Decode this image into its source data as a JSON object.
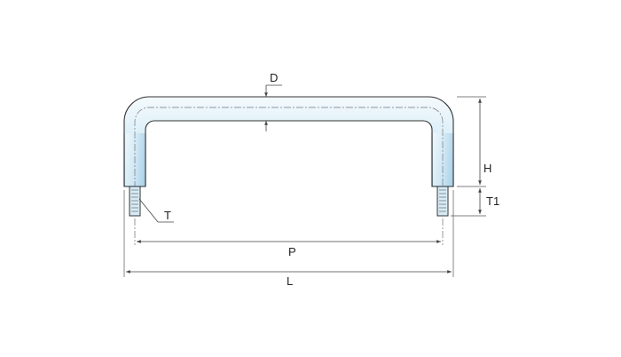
{
  "labels": {
    "D": "D",
    "H": "H",
    "T1": "T1",
    "T": "T",
    "P": "P",
    "L": "L"
  },
  "colors": {
    "handle_fill_light": "#f4fafd",
    "handle_fill_mid": "#cfe6f3",
    "handle_fill_dark": "#9ecbe4",
    "outline": "#333333",
    "dimension_line": "#555555",
    "centerline": "#777777"
  }
}
